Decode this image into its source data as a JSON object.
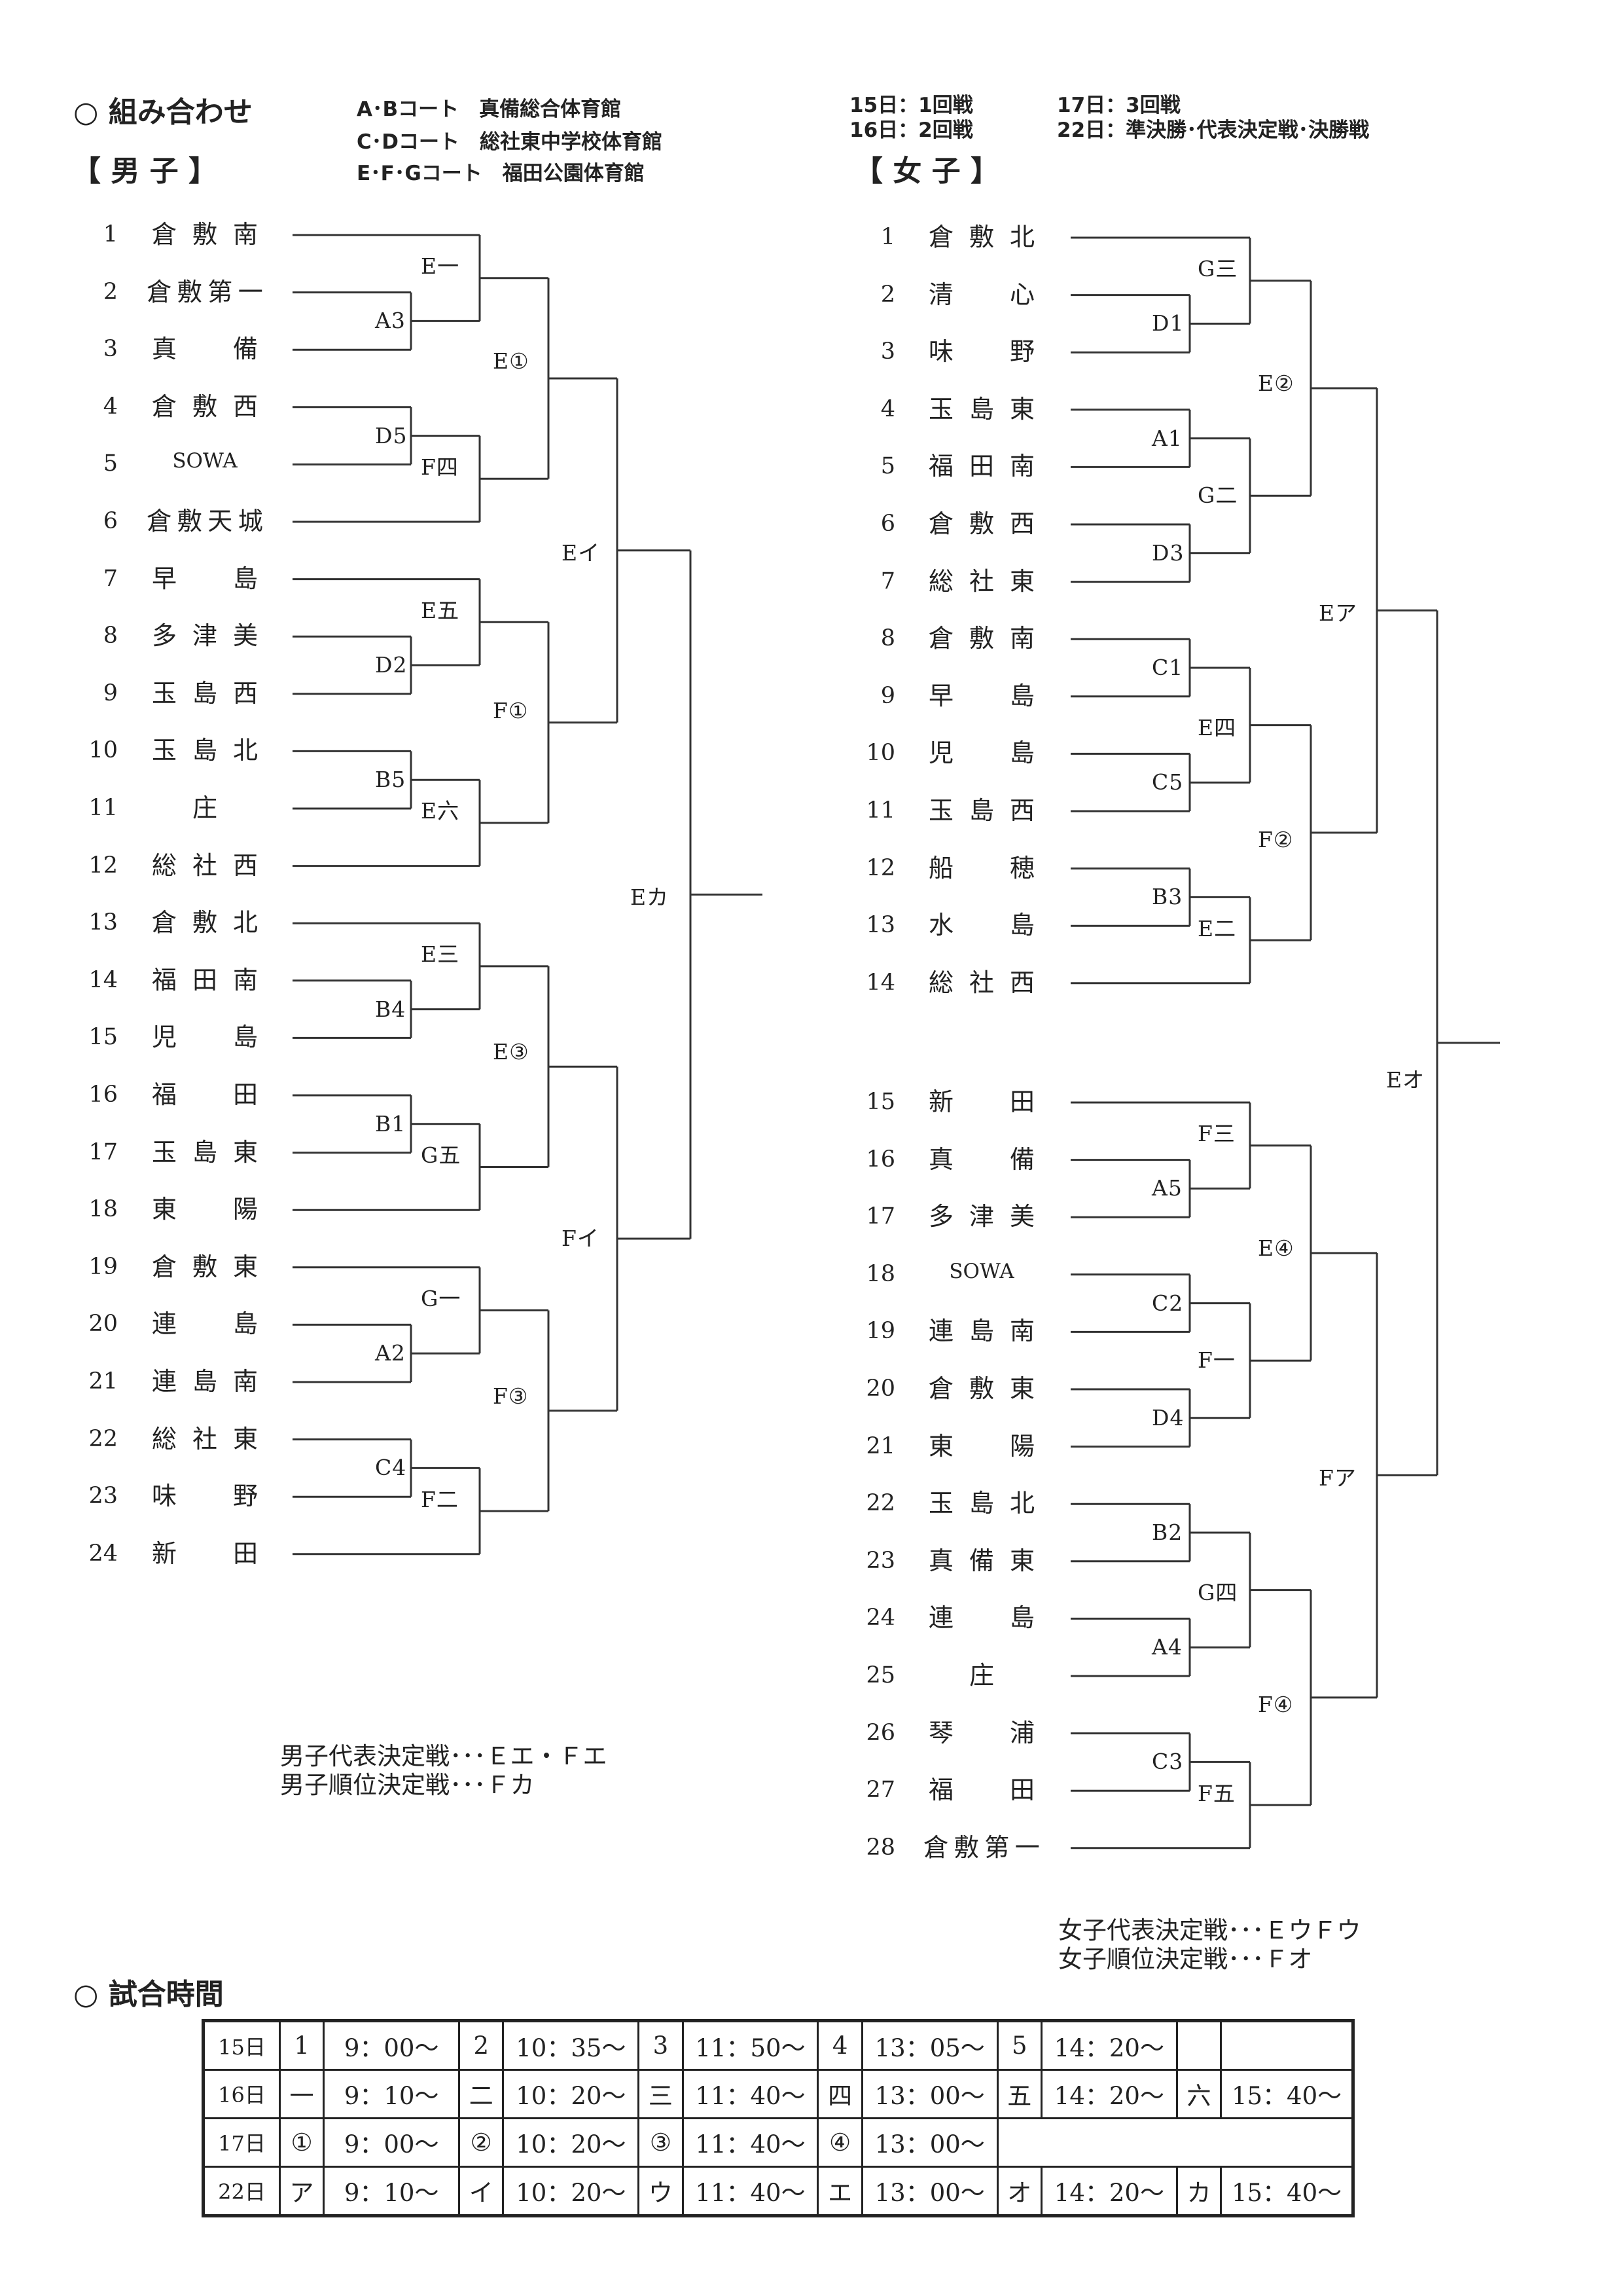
{
  "header": {
    "title": "○ 組み合わせ",
    "venues": [
      "A･Bコート　真備総合体育館",
      "C･Dコート　総社東中学校体育館",
      "E･F･Gコート　福田公園体育館"
    ],
    "days_left": [
      "15日：1回戦",
      "16日：2回戦"
    ],
    "days_right": [
      "17日：3回戦",
      "22日：準決勝･代表決定戦･決勝戦"
    ]
  },
  "boys": {
    "heading": "【 男 子 】",
    "teams": [
      {
        "no": "1",
        "name": "倉敷南"
      },
      {
        "no": "2",
        "name": "倉敷第一"
      },
      {
        "no": "3",
        "name": "真備"
      },
      {
        "no": "4",
        "name": "倉敷西"
      },
      {
        "no": "5",
        "name": "SOWA"
      },
      {
        "no": "6",
        "name": "倉敷天城"
      },
      {
        "no": "7",
        "name": "早島"
      },
      {
        "no": "8",
        "name": "多津美"
      },
      {
        "no": "9",
        "name": "玉島西"
      },
      {
        "no": "10",
        "name": "玉島北"
      },
      {
        "no": "11",
        "name": "庄"
      },
      {
        "no": "12",
        "name": "総社西"
      },
      {
        "no": "13",
        "name": "倉敷北"
      },
      {
        "no": "14",
        "name": "福田南"
      },
      {
        "no": "15",
        "name": "児島"
      },
      {
        "no": "16",
        "name": "福田"
      },
      {
        "no": "17",
        "name": "玉島東"
      },
      {
        "no": "18",
        "name": "東陽"
      },
      {
        "no": "19",
        "name": "倉敷東"
      },
      {
        "no": "20",
        "name": "連島"
      },
      {
        "no": "21",
        "name": "連島南"
      },
      {
        "no": "22",
        "name": "総社東"
      },
      {
        "no": "23",
        "name": "味野"
      },
      {
        "no": "24",
        "name": "新田"
      }
    ],
    "match_labels": [
      "E一",
      "A3",
      "E①",
      "D5",
      "F四",
      "Eイ",
      "E五",
      "D2",
      "F①",
      "B5",
      "E六",
      "Eカ",
      "E三",
      "B4",
      "E③",
      "B1",
      "G五",
      "Fイ",
      "G一",
      "A2",
      "F③",
      "C4",
      "F二"
    ],
    "notes": [
      "男子代表決定戦･･･Ｅエ・Ｆエ",
      "男子順位決定戦･･･Ｆカ"
    ]
  },
  "girls": {
    "heading": "【 女 子 】",
    "teams": [
      {
        "no": "1",
        "name": "倉敷北"
      },
      {
        "no": "2",
        "name": "清心"
      },
      {
        "no": "3",
        "name": "味野"
      },
      {
        "no": "4",
        "name": "玉島東"
      },
      {
        "no": "5",
        "name": "福田南"
      },
      {
        "no": "6",
        "name": "倉敷西"
      },
      {
        "no": "7",
        "name": "総社東"
      },
      {
        "no": "8",
        "name": "倉敷南"
      },
      {
        "no": "9",
        "name": "早島"
      },
      {
        "no": "10",
        "name": "児島"
      },
      {
        "no": "11",
        "name": "玉島西"
      },
      {
        "no": "12",
        "name": "船穂"
      },
      {
        "no": "13",
        "name": "水島"
      },
      {
        "no": "14",
        "name": "総社西"
      },
      {
        "no": "15",
        "name": "新田"
      },
      {
        "no": "16",
        "name": "真備"
      },
      {
        "no": "17",
        "name": "多津美"
      },
      {
        "no": "18",
        "name": "SOWA"
      },
      {
        "no": "19",
        "name": "連島南"
      },
      {
        "no": "20",
        "name": "倉敷東"
      },
      {
        "no": "21",
        "name": "東陽"
      },
      {
        "no": "22",
        "name": "玉島北"
      },
      {
        "no": "23",
        "name": "真備東"
      },
      {
        "no": "24",
        "name": "連島"
      },
      {
        "no": "25",
        "name": "庄"
      },
      {
        "no": "26",
        "name": "琴浦"
      },
      {
        "no": "27",
        "name": "福田"
      },
      {
        "no": "28",
        "name": "倉敷第一"
      }
    ],
    "match_labels": [
      "G三",
      "D1",
      "E②",
      "A1",
      "G二",
      "D3",
      "Eア",
      "C1",
      "E四",
      "C5",
      "F②",
      "B3",
      "E二",
      "Eオ",
      "F三",
      "A5",
      "E④",
      "C2",
      "F一",
      "D4",
      "Fア",
      "B2",
      "G四",
      "A4",
      "F④",
      "C3",
      "F五"
    ],
    "notes": [
      "女子代表決定戦･･･ＥウＦウ",
      "女子順位決定戦･･･Ｆオ"
    ]
  },
  "schedule": {
    "title": "○ 試合時間",
    "rows": [
      [
        "15日",
        "1",
        "9：00～",
        "2",
        "10：35～",
        "3",
        "11：50～",
        "4",
        "13：05～",
        "5",
        "14：20～",
        "",
        ""
      ],
      [
        "16日",
        "一",
        "9：10～",
        "二",
        "10：20～",
        "三",
        "11：40～",
        "四",
        "13：00～",
        "五",
        "14：20～",
        "六",
        "15：40～"
      ],
      [
        "17日",
        "①",
        "9：00～",
        "②",
        "10：20～",
        "③",
        "11：40～",
        "④",
        "13：00～"
      ],
      [
        "22日",
        "ア",
        "9：10～",
        "イ",
        "10：20～",
        "ウ",
        "11：40～",
        "エ",
        "13：00～",
        "オ",
        "14：20～",
        "カ",
        "15：40～"
      ]
    ]
  }
}
